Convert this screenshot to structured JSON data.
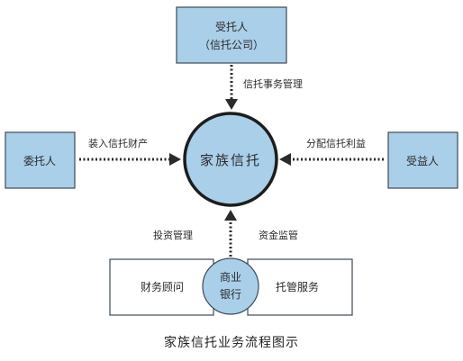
{
  "nodes": {
    "trustee": {
      "line1": "受托人",
      "line2": "（信托公司）"
    },
    "settlor": "委托人",
    "center": "家族信托",
    "beneficiary": "受益人",
    "bank": {
      "line1": "商业",
      "line2": "银行"
    },
    "financial_advisor": "财务顾问",
    "custody_service": "托管服务"
  },
  "edges": {
    "trustee_to_center": "信托事务管理",
    "settlor_to_center": "装入信托财产",
    "beneficiary_from_center": "分配信托利益",
    "bank_investment": "投资管理",
    "bank_supervision": "资金监管"
  },
  "caption": "家族信托业务流程图示",
  "colors": {
    "box_fill": "#a9cfe9",
    "circle_fill": "#a9cfe9",
    "stroke": "#3c4a57",
    "arrow": "#2b2b2b"
  }
}
